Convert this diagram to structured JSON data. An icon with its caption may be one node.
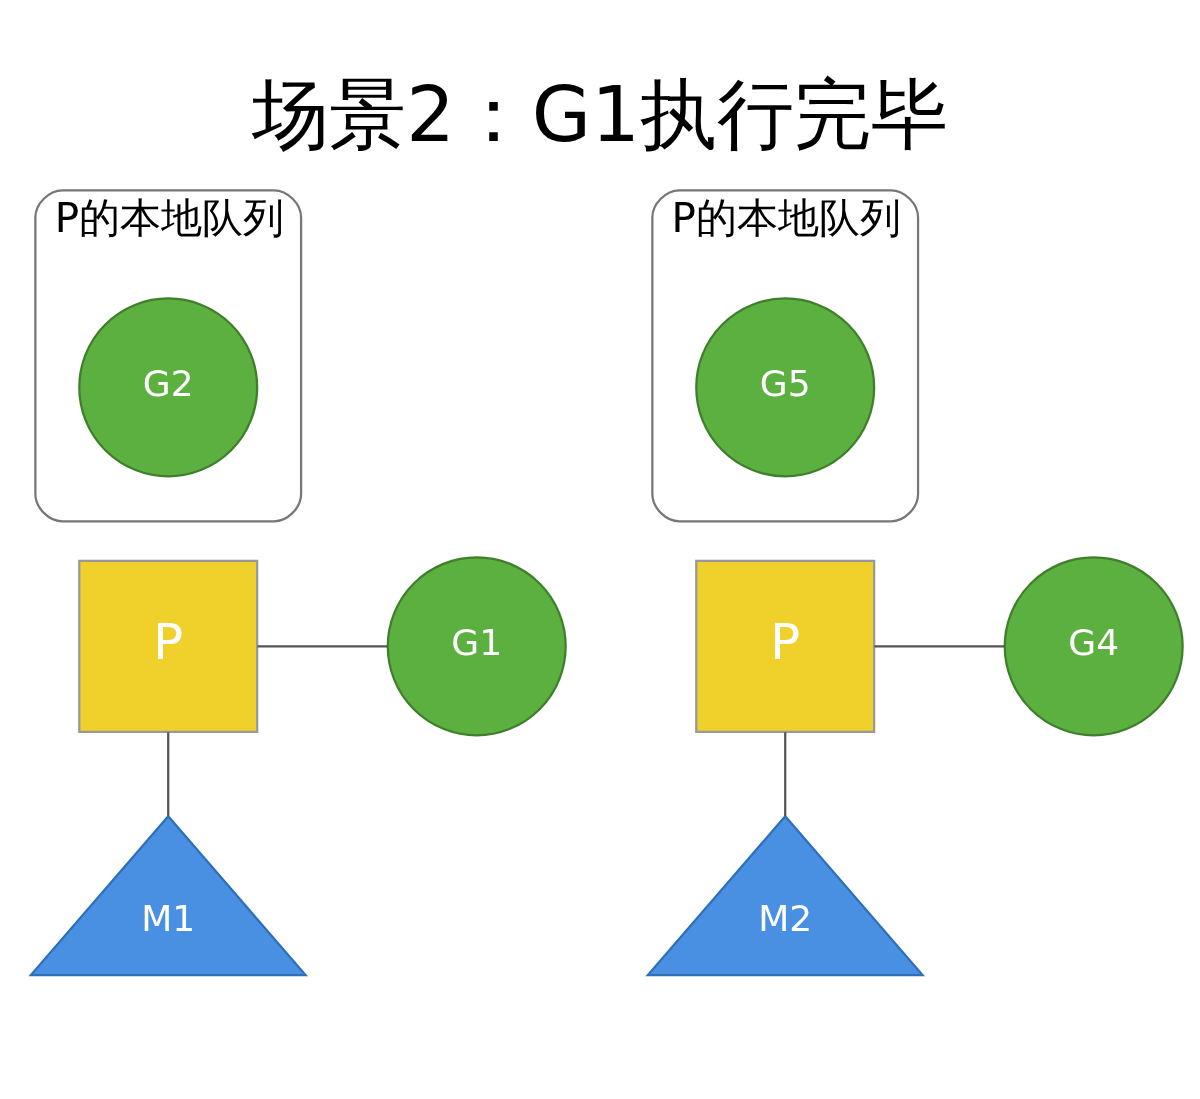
{
  "diagram": {
    "title": "场景2：G1执行完毕",
    "nodes": [
      {
        "text": [
          "P的本地队列"
        ]
      },
      {
        "text": [
          "G2"
        ],
        "in": 0
      },
      {
        "text": [
          "P"
        ]
      },
      {
        "text": [
          "G1"
        ]
      },
      {
        "text": [
          "M1"
        ]
      },
      {
        "text": [
          "P的本地队列"
        ]
      },
      {
        "text": [
          "G5"
        ],
        "in": 5
      },
      {
        "text": [
          "P"
        ]
      },
      {
        "text": [
          "G4"
        ]
      },
      {
        "text": [
          "M2"
        ]
      }
    ],
    "edges": [
      {
        "from": 2,
        "to": 3,
        "arrow": "none"
      },
      {
        "from": 2,
        "to": 4,
        "arrow": "none"
      },
      {
        "from": 7,
        "to": 8,
        "arrow": "none"
      },
      {
        "from": 7,
        "to": 9,
        "arrow": "none"
      }
    ]
  }
}
